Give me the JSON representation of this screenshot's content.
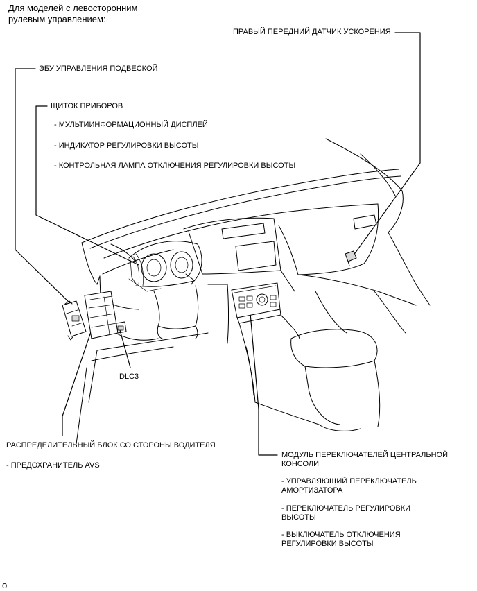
{
  "caption": {
    "line1": "Для моделей с левосторонним",
    "line2": "рулевым управлением:"
  },
  "labels": {
    "right_front_sensor": "ПРАВЫЙ ПЕРЕДНИЙ ДАТЧИК УСКОРЕНИЯ",
    "suspension_ecu": "ЭБУ УПРАВЛЕНИЯ ПОДВЕСКОЙ",
    "instrument_panel": "ЩИТОК ПРИБОРОВ",
    "panel_items": [
      "- МУЛЬТИИНФОРМАЦИОННЫЙ ДИСПЛЕЙ",
      "- ИНДИКАТОР РЕГУЛИРОВКИ ВЫСОТЫ",
      "- КОНТРОЛЬНАЯ ЛАМПА ОТКЛЮЧЕНИЯ РЕГУЛИРОВКИ ВЫСОТЫ"
    ],
    "dlc3": "DLC3",
    "driver_junction_block": "РАСПРЕДЕЛИТЕЛЬНЫЙ БЛОК СО СТОРОНЫ ВОДИТЕЛЯ",
    "avs_fuse": "- ПРЕДОХРАНИТЕЛЬ AVS",
    "center_console_module_line1": "МОДУЛЬ ПЕРЕКЛЮЧАТЕЛЕЙ ЦЕНТРАЛЬНОЙ",
    "center_console_module_line2": "КОНСОЛИ",
    "console_items": [
      [
        "- УПРАВЛЯЮЩИЙ ПЕРЕКЛЮЧАТЕЛЬ",
        "АМОРТИЗАТОРА"
      ],
      [
        "- ПЕРЕКЛЮЧАТЕЛЬ РЕГУЛИРОВКИ",
        "ВЫСОТЫ"
      ],
      [
        "- ВЫКЛЮЧАТЕЛЬ ОТКЛЮЧЕНИЯ",
        "РЕГУЛИРОВКИ ВЫСОТЫ"
      ]
    ],
    "corner_mark": "o"
  }
}
